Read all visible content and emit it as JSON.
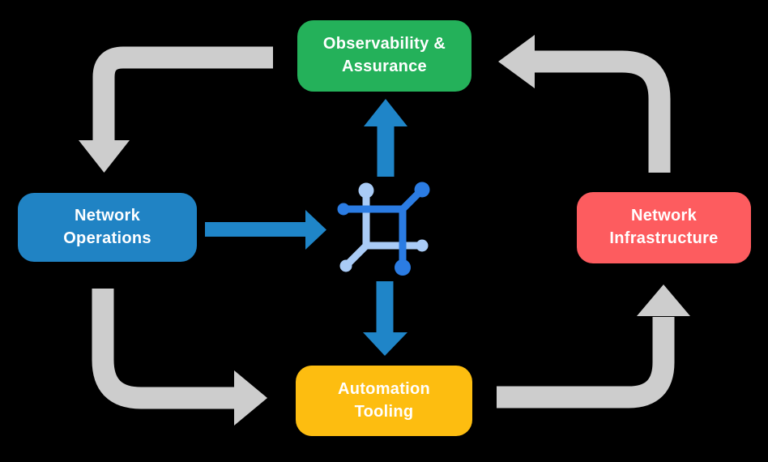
{
  "diagram": {
    "background_color": "#000000",
    "nodes": [
      {
        "id": "observability",
        "label": "Observability &\nAssurance",
        "color": "#24b15a",
        "position": "top-center"
      },
      {
        "id": "operations",
        "label": "Network\nOperations",
        "color": "#2083c4",
        "position": "middle-left"
      },
      {
        "id": "infrastructure",
        "label": "Network\nInfrastructure",
        "color": "#fd5c5f",
        "position": "middle-right"
      },
      {
        "id": "automation",
        "label": "Automation\nTooling",
        "color": "#fdbd10",
        "position": "bottom-center"
      }
    ],
    "center_icon": {
      "name": "network-mesh-icon",
      "primary_color": "#2b7ce3",
      "secondary_color": "#a9cbf6"
    },
    "arrows": {
      "cycle_color": "#cdcdcd",
      "accent_color": "#1f85c8",
      "cycle": [
        {
          "from": "observability",
          "to": "operations"
        },
        {
          "from": "operations",
          "to": "automation"
        },
        {
          "from": "automation",
          "to": "infrastructure"
        },
        {
          "from": "infrastructure",
          "to": "observability"
        }
      ],
      "accent": [
        {
          "from": "operations",
          "to": "center-icon"
        },
        {
          "from": "center-icon",
          "to": "observability"
        },
        {
          "from": "center-icon",
          "to": "automation"
        }
      ]
    }
  }
}
